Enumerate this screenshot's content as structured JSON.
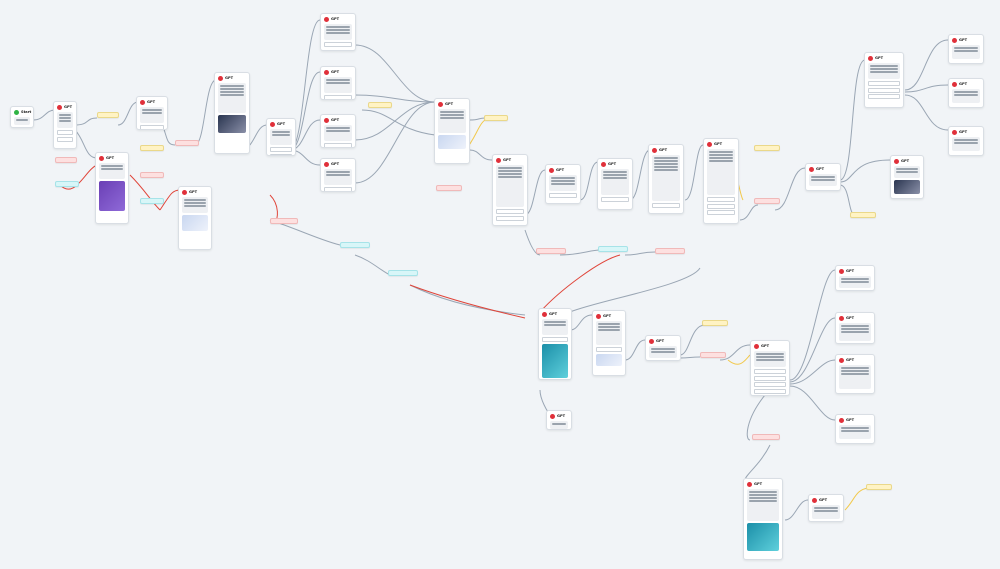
{
  "canvas": {
    "background": "#f1f4f7",
    "edge_color_default": "#9aa6b4",
    "edge_color_highlight": "#e0453a",
    "edge_color_accent": "#f2c94c"
  },
  "start_node": {
    "title": "Start"
  },
  "node_title": "GPT",
  "node_types": {
    "message": "message",
    "condition": "condition",
    "action": "action"
  }
}
